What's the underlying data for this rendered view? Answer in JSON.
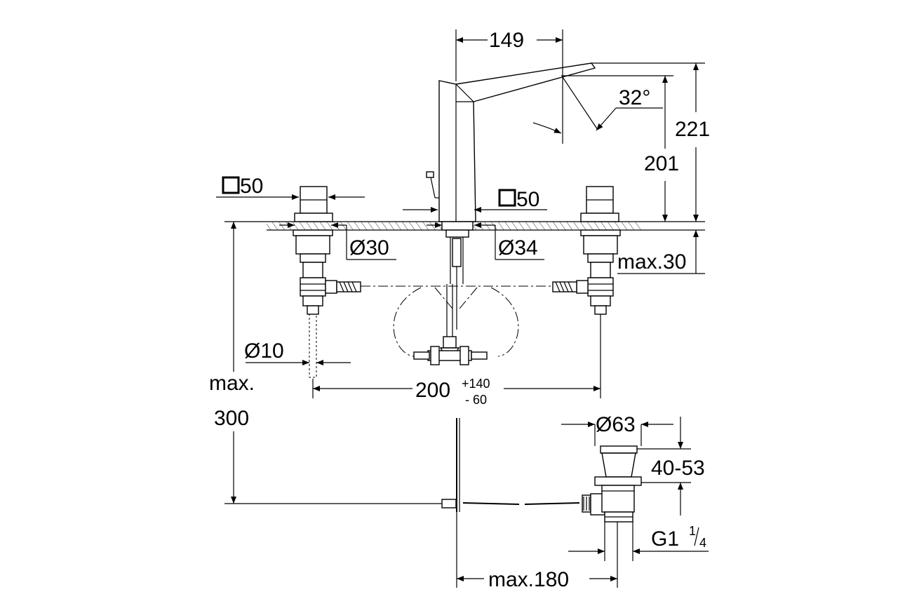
{
  "labels": {
    "d149": "149",
    "angle": "32°",
    "h221": "221",
    "h201": "201",
    "sq50_left": "50",
    "sq50_right": "50",
    "dia30": "Ø30",
    "dia34": "Ø34",
    "max30": "max.30",
    "dia10": "Ø10",
    "max": "max.",
    "v300": "300",
    "w200": "200",
    "tol_plus": "+140",
    "tol_minus": "-  60",
    "dia63": "Ø63",
    "r4053": "40-53",
    "g1": "G1",
    "g_num": "1",
    "g_den": "4",
    "max180": "max.180"
  }
}
